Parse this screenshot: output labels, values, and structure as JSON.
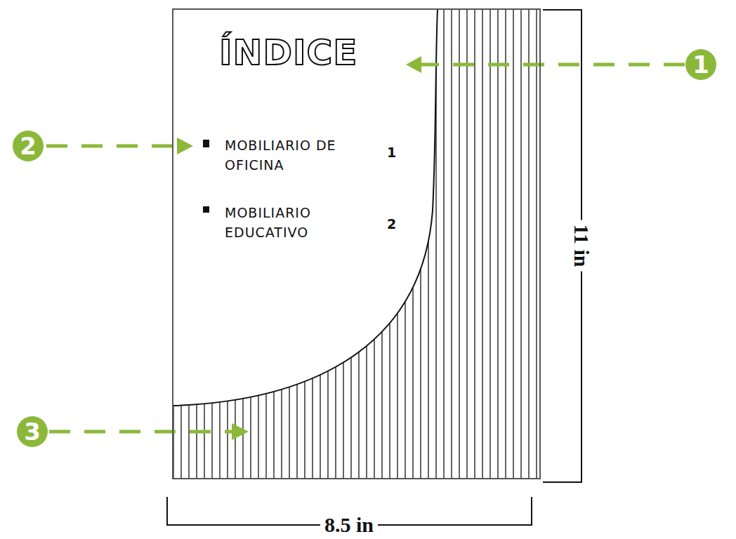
{
  "diagram": {
    "nodes": [
      {
        "text": [
          "ÍNDICE",
          "MOBILIARIO DE OFICINA",
          "1",
          "MOBILIARIO EDUCATIVO",
          "2"
        ]
      },
      {
        "text": [
          "1"
        ]
      },
      {
        "text": [
          "2"
        ]
      },
      {
        "text": [
          "3"
        ]
      }
    ],
    "labels": [
      "11 in",
      "8.5 in"
    ]
  }
}
